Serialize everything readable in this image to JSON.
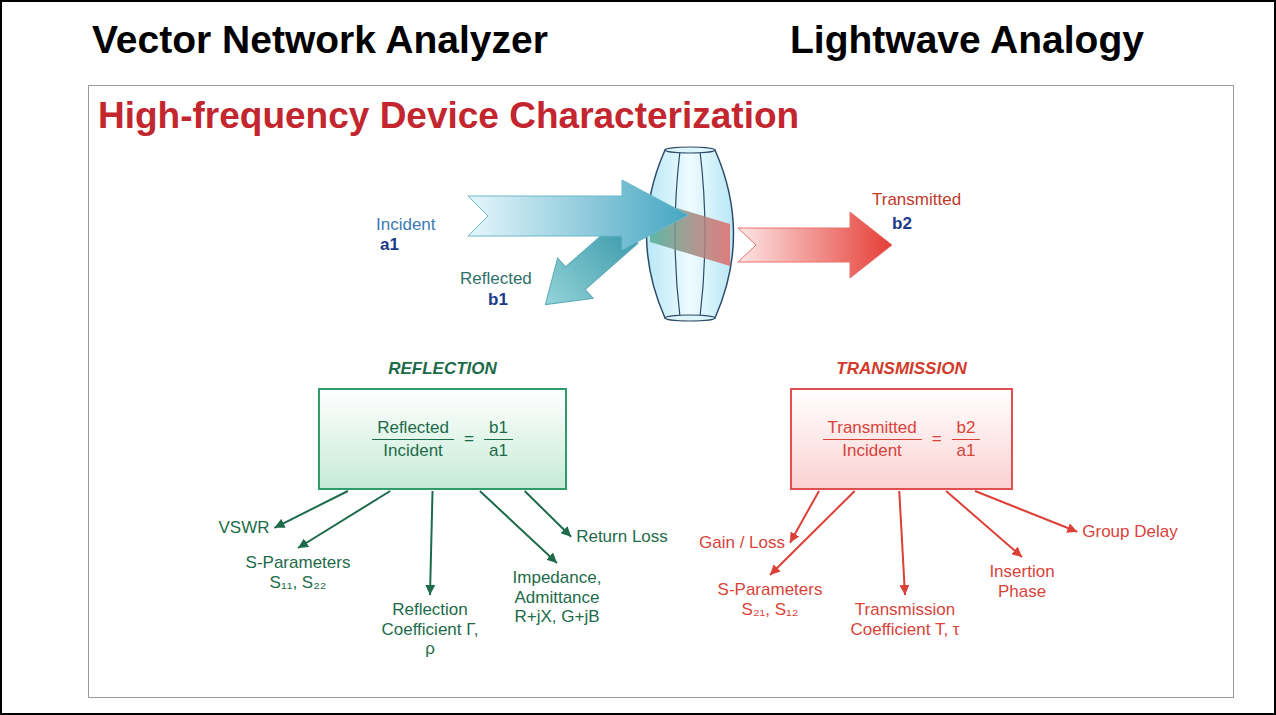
{
  "diagram": {
    "title": "High-frequency Device Characterization",
    "nodes": [
      {
        "text": [
          "REFLECTION",
          "Reflected",
          "Incident",
          "=",
          "b1",
          "a1"
        ]
      },
      {
        "text": [
          "TRANSMISSION",
          "Transmitted",
          "Incident",
          "=",
          "b2",
          "a1"
        ]
      }
    ],
    "labels": [
      "Vector Network Analyzer",
      "Lightwave Analogy",
      "Incident",
      "a1",
      "Reflected",
      "b1",
      "Transmitted",
      "b2",
      "VSWR",
      "S-Parameters S₁₁, S₂₂",
      "Reflection Coefficient Γ, ρ",
      "Impedance, Admittance R+jX, G+jB",
      "Return Loss",
      "Gain / Loss",
      "S-Parameters S₂₁, S₁₂",
      "Transmission Coefficient T, τ",
      "Insertion Phase",
      "Group Delay"
    ]
  }
}
